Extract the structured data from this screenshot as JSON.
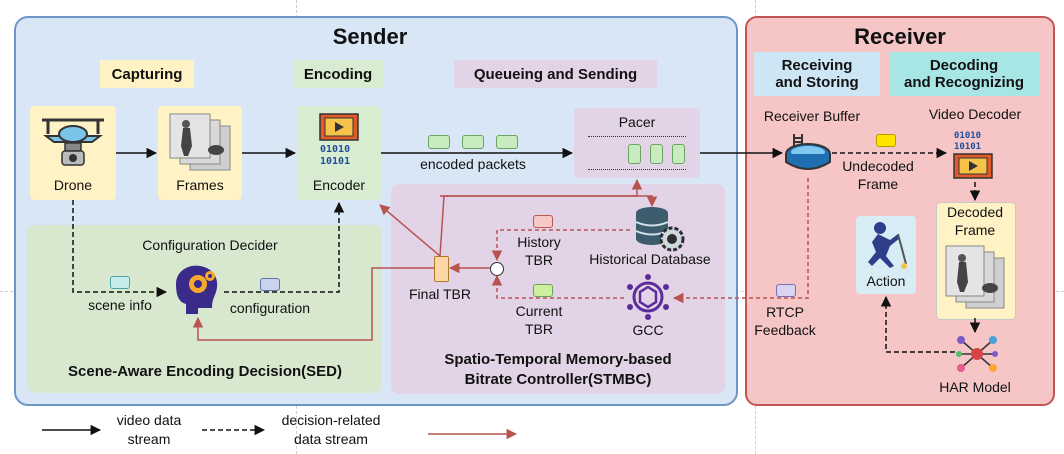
{
  "sender": {
    "title": "Sender",
    "stages": {
      "capturing": "Capturing",
      "encoding": "Encoding",
      "queueing": "Queueing and Sending"
    },
    "drone_label": "Drone",
    "frames_label": "Frames",
    "encoder_label": "Encoder",
    "encoded_packets_label": "encoded packets",
    "pacer_label": "Pacer",
    "sed": {
      "config_decider": "Configuration Decider",
      "scene_info": "scene info",
      "configuration": "configuration",
      "title": "Scene-Aware Encoding Decision(SED)"
    },
    "stmbc": {
      "final_tbr": "Final TBR",
      "history_tbr_1": "History",
      "history_tbr_2": "TBR",
      "current_tbr_1": "Current",
      "current_tbr_2": "TBR",
      "historical_db": "Historical Database",
      "gcc": "GCC",
      "title_1": "Spatio-Temporal Memory-based",
      "title_2": "Bitrate Controller(STMBC)"
    }
  },
  "receiver": {
    "title": "Receiver",
    "stages": {
      "receiving_1": "Receiving",
      "receiving_2": "and Storing",
      "decoding_1": "Decoding",
      "decoding_2": "and Recognizing"
    },
    "receiver_buffer": "Receiver Buffer",
    "video_decoder": "Video Decoder",
    "undecoded_1": "Undecoded",
    "undecoded_2": "Frame",
    "decoded_1": "Decoded",
    "decoded_2": "Frame",
    "rtcp_1": "RTCP",
    "rtcp_2": "Feedback",
    "action": "Action",
    "har_model": "HAR Model"
  },
  "legend": {
    "video_1": "video data",
    "video_2": "stream",
    "decision_1": "decision-related",
    "decision_2": "data stream"
  },
  "colors": {
    "sender_bg": "#d8e6f6",
    "receiver_bg": "#f6c6c6",
    "control_arrow": "#b85450"
  }
}
